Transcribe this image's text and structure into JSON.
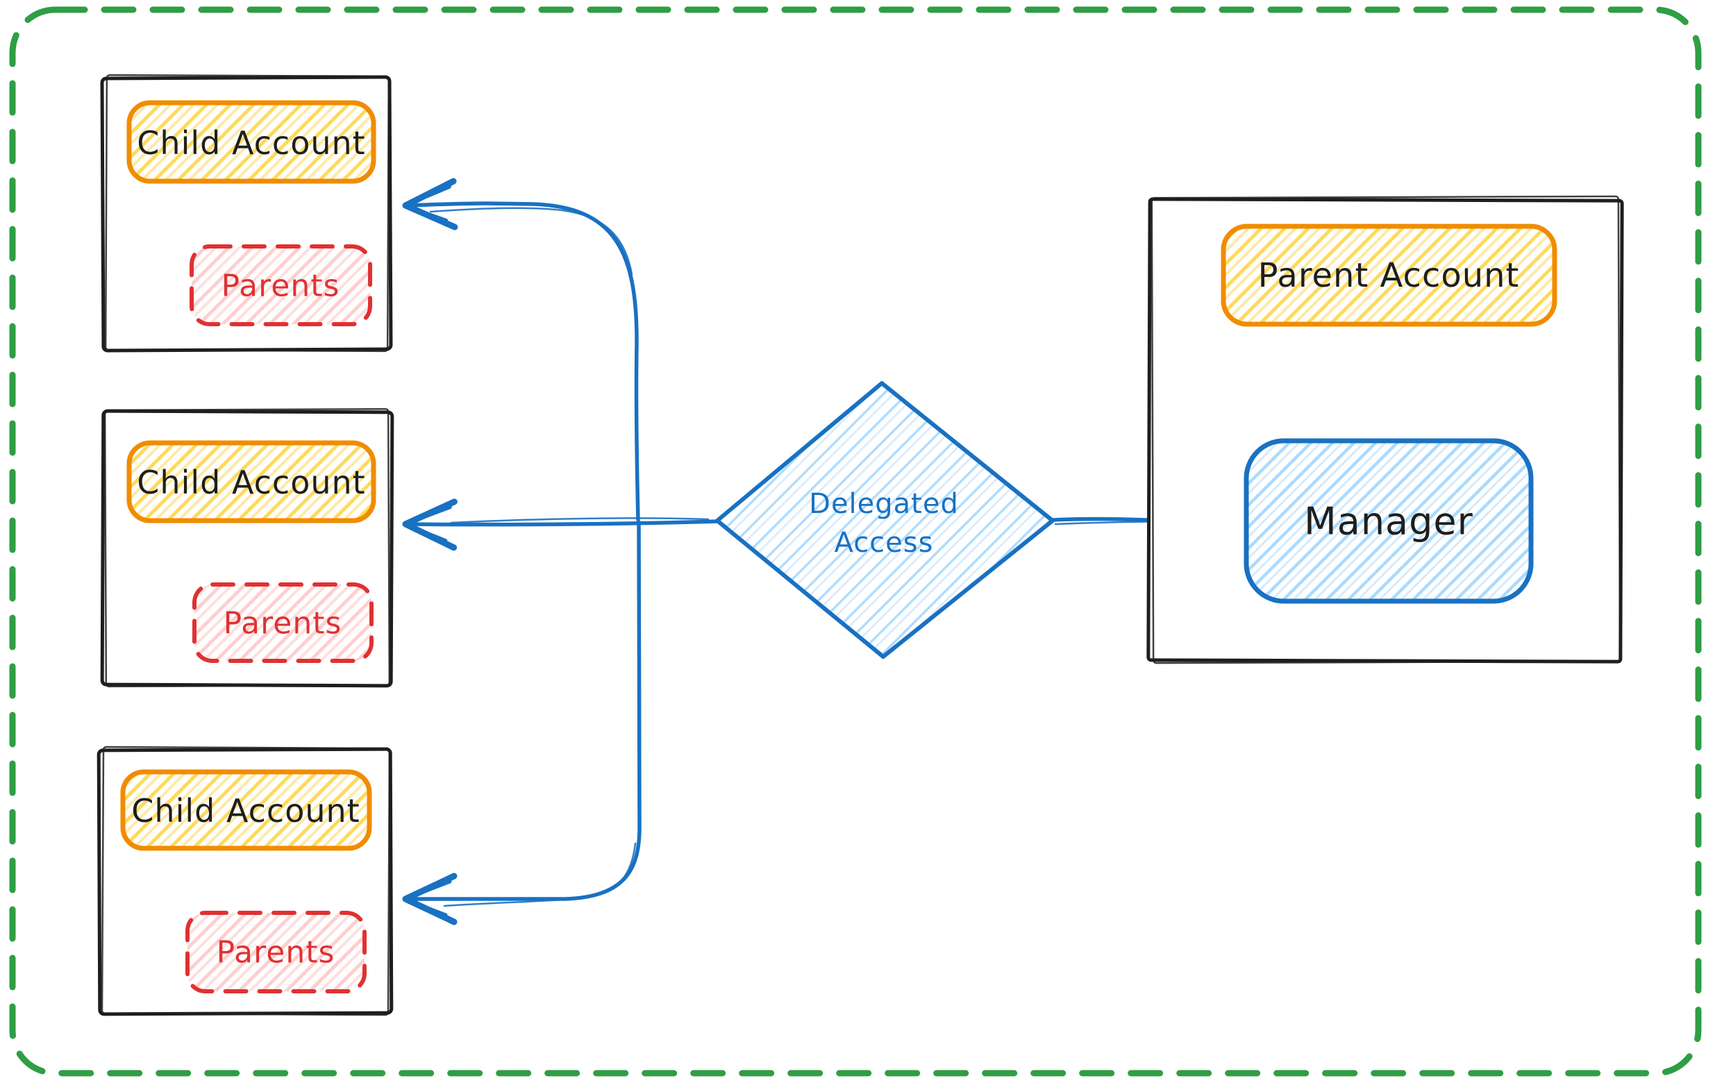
{
  "child_accounts": [
    {
      "title": "Child Account",
      "member": "Parents"
    },
    {
      "title": "Child Account",
      "member": "Parents"
    },
    {
      "title": "Child Account",
      "member": "Parents"
    }
  ],
  "parent_account": {
    "title": "Parent Account",
    "manager": "Manager"
  },
  "decision": {
    "line1": "Delegated",
    "line2": "Access"
  },
  "colors": {
    "frame_green": "#2f9e44",
    "sketch_black": "#1e1e1e",
    "accent_orange": "#f08c00",
    "hatch_yellow": "#ffd43b",
    "accent_red": "#e03131",
    "hatch_pink": "#ffc9c9",
    "accent_blue": "#1971c2",
    "hatch_light_blue": "#a5d8ff"
  }
}
